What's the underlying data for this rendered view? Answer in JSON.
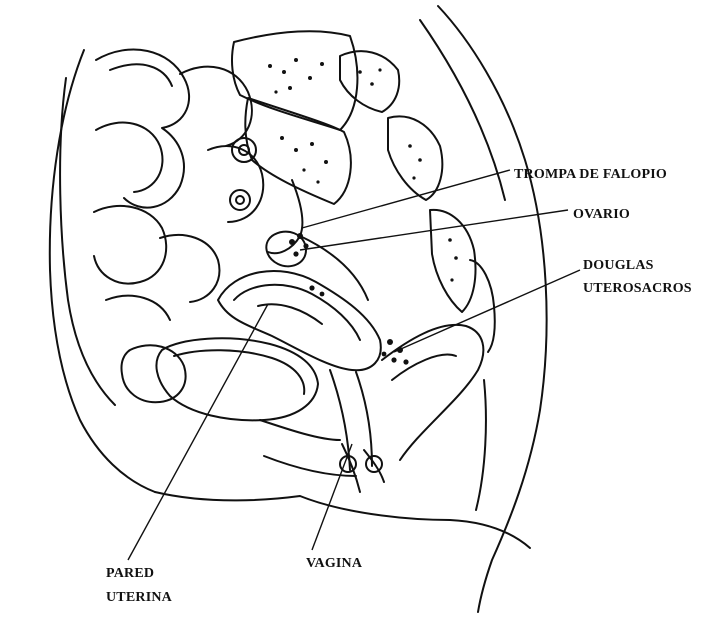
{
  "labels": {
    "trompa": "TROMPA DE FALOPIO",
    "ovario": "OVARIO",
    "douglas": "DOUGLAS",
    "uterosacros": "UTEROSACROS",
    "pared": "PARED",
    "uterina": "UTERINA",
    "vagina": "VAGINA"
  },
  "colors": {
    "ink": "#111111",
    "background": "#ffffff"
  }
}
